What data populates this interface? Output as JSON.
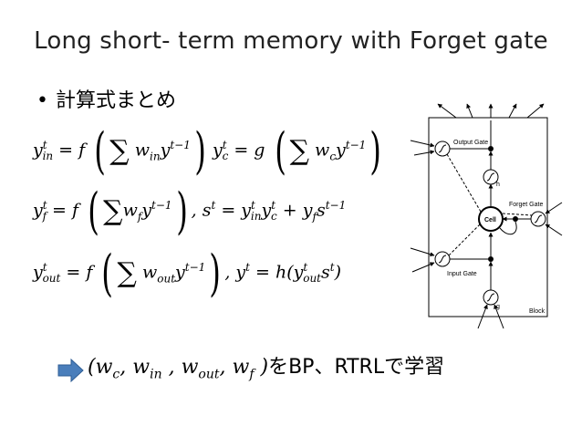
{
  "slide": {
    "title": "Long short- term memory with Forget gate",
    "bullet": "計算式まとめ",
    "conclusion_suffix": "をBP、RTRLで学習"
  },
  "diagram": {
    "labels": {
      "output_gate": "Output Gate",
      "forget_gate": "Forget Gate",
      "input_gate": "Input Gate",
      "cell": "Cell",
      "block": "Block",
      "h_unit": "h",
      "g_unit": "g"
    }
  },
  "colors": {
    "arrow_fill": "#4a7ebb",
    "arrow_stroke": "#2f5e95"
  }
}
